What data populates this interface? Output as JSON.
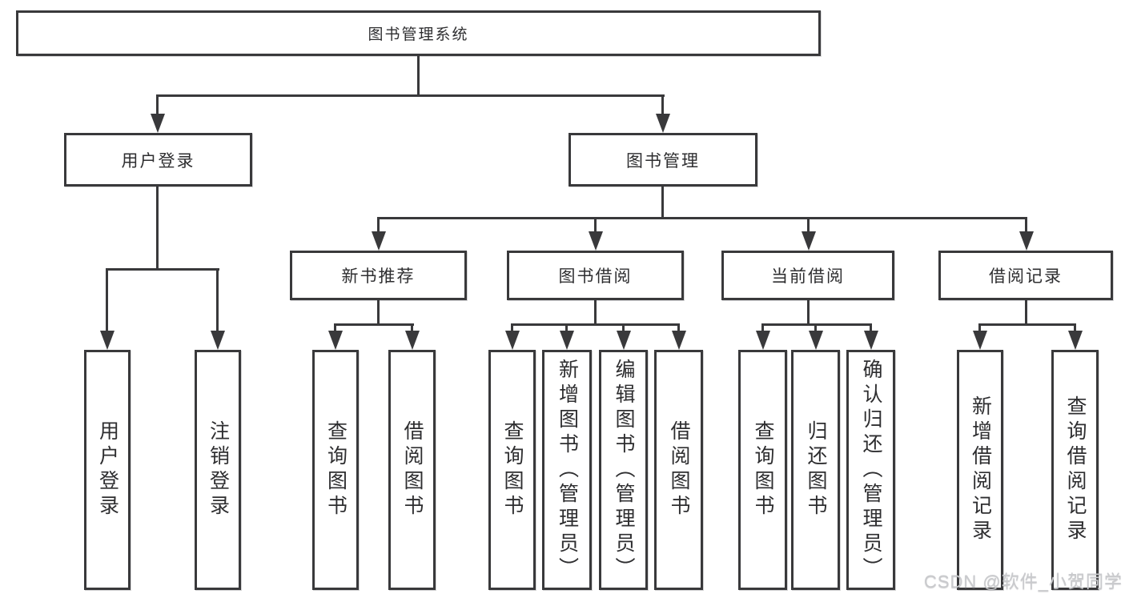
{
  "diagram": {
    "root": "图书管理系统",
    "groups": [
      {
        "label": "用户登录",
        "leaves": [
          "用户登录",
          "注销登录"
        ]
      },
      {
        "label": "图书管理",
        "sections": [
          {
            "label": "新书推荐",
            "leaves": [
              "查询图书",
              "借阅图书"
            ]
          },
          {
            "label": "图书借阅",
            "leaves": [
              "查询图书",
              "新增图书（管理员）",
              "编辑图书（管理员）",
              "借阅图书"
            ]
          },
          {
            "label": "当前借阅",
            "leaves": [
              "查询图书",
              "归还图书",
              "确认归还（管理员）"
            ]
          },
          {
            "label": "借阅记录",
            "leaves": [
              "新增借阅记录",
              "查询借阅记录"
            ]
          }
        ]
      }
    ]
  },
  "watermark": {
    "text": "CSDN @软件_小贺同学"
  },
  "colors": {
    "line": "#39393b",
    "text": "#2e2e30",
    "background": "#ffffff",
    "watermark": "#c9cacd"
  }
}
